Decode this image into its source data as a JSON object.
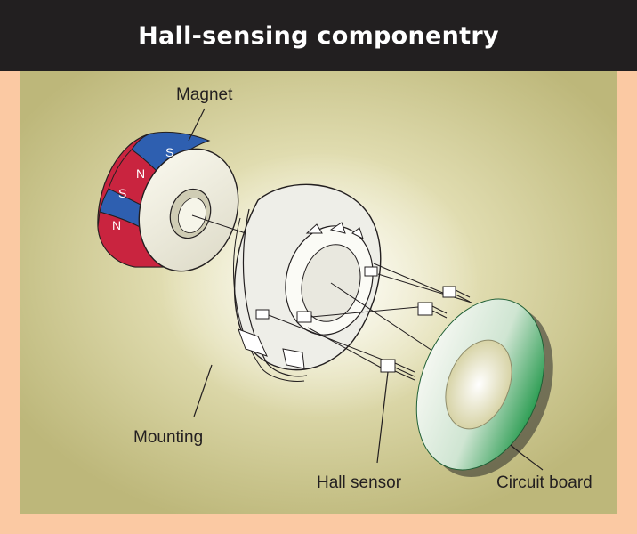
{
  "header": {
    "title": "Hall-sensing componentry"
  },
  "labels": {
    "magnet": "Magnet",
    "mounting": "Mounting",
    "hall_sensor": "Hall sensor",
    "circuit_board": "Circuit board"
  },
  "magnet_poles": [
    "S",
    "N",
    "S",
    "N"
  ],
  "colors": {
    "background": "#fbc9a3",
    "title_bar": "#221f20",
    "panel": "#e3dfb4",
    "pole_north": "#c9243f",
    "pole_south": "#2e5fb0",
    "circuit_board": "#2f9e55"
  }
}
